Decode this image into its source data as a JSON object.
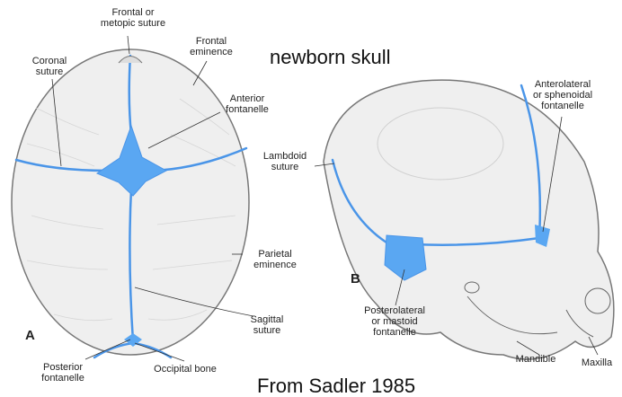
{
  "title": "newborn skull",
  "credit": "From Sadler 1985",
  "panels": {
    "a": {
      "letter": "A"
    },
    "b": {
      "letter": "B"
    }
  },
  "colors": {
    "suture": "#4a95e8",
    "fontanelle": "#5aa7f2",
    "bone_fill": "#efefef",
    "outline": "#555555",
    "text": "#222222"
  },
  "labels_a": {
    "frontal_suture": [
      "Frontal or",
      "metopic suture"
    ],
    "coronal_suture": [
      "Coronal",
      "suture"
    ],
    "frontal_eminence": [
      "Frontal",
      "eminence"
    ],
    "anterior_fontanelle": [
      "Anterior",
      "fontanelle"
    ],
    "parietal_eminence": [
      "Parietal",
      "eminence"
    ],
    "sagittal_suture": [
      "Sagittal",
      "suture"
    ],
    "posterior_fontanelle": [
      "Posterior",
      "fontanelle"
    ],
    "occipital_bone": "Occipital bone"
  },
  "labels_b": {
    "anterolateral_fontanelle": [
      "Anterolateral",
      "or sphenoidal",
      "fontanelle"
    ],
    "lambdoid_suture": [
      "Lambdoid",
      "suture"
    ],
    "posterolateral_fontanelle": [
      "Posterolateral",
      "or mastoid",
      "fontanelle"
    ],
    "mandible": "Mandible",
    "maxilla": "Maxilla"
  }
}
